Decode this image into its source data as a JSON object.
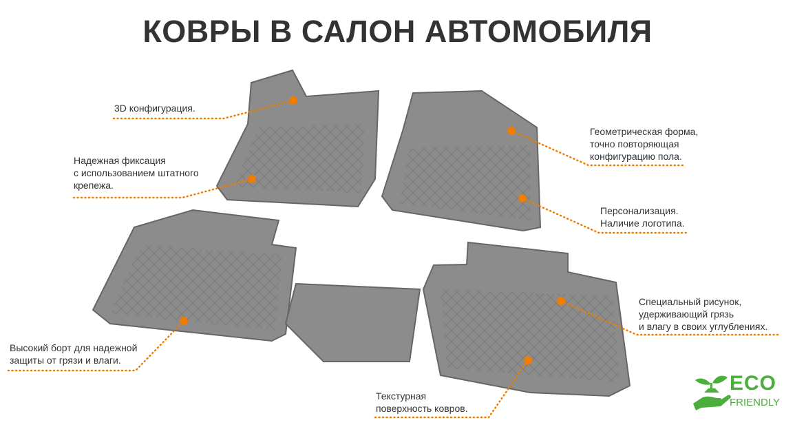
{
  "title": "КОВРЫ В САЛОН АВТОМОБИЛЯ",
  "callouts": [
    {
      "lines": [
        "3D конфигурация."
      ]
    },
    {
      "lines": [
        "Надежная фиксация",
        "с использованием штатного",
        "крепежа."
      ]
    },
    {
      "lines": [
        "Геометрическая форма,",
        "точно повторяющая",
        "конфигурацию пола."
      ]
    },
    {
      "lines": [
        "Персонализация.",
        "Наличие логотипа."
      ]
    },
    {
      "lines": [
        "Специальный рисунок,",
        "удерживающий грязь",
        "и влагу в своих углублениях."
      ]
    },
    {
      "lines": [
        "Высокий борт для надежной",
        "защиты от грязи и влаги."
      ]
    },
    {
      "lines": [
        "Текстурная",
        "поверхность ковров."
      ]
    }
  ],
  "badge": {
    "eco": "ECO",
    "friendly": "FRIENDLY",
    "icon": "hand-sprout-icon"
  },
  "colors": {
    "accent": "#f07c00",
    "eco": "#4cae3c",
    "mat": "#8c8c8c",
    "title": "#333333"
  }
}
